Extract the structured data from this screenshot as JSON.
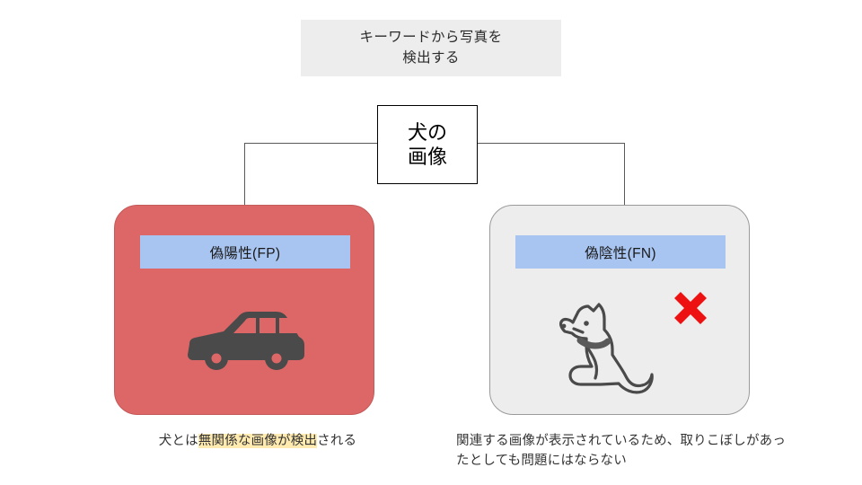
{
  "diagram": {
    "header": {
      "line1": "キーワードから写真を",
      "line2": "検出する"
    },
    "root_node": {
      "line1": "犬の",
      "line2": "画像"
    },
    "cards": [
      {
        "id": "false-positive",
        "label": "偽陽性(FP)",
        "icon": "car-icon",
        "fill_color": "#dd6666",
        "label_color": "#a8c4f0",
        "caption": {
          "prefix": "犬とは",
          "highlight": "無関係な画像が検出",
          "suffix": "される",
          "highlight_color": "#ffeab0"
        }
      },
      {
        "id": "false-negative",
        "label": "偽陰性(FN)",
        "icon": "dog-icon",
        "badge_icon": "red-x-icon",
        "badge_color": "#ee1111",
        "fill_color": "#ededed",
        "label_color": "#a8c4f0",
        "caption": {
          "line1": "関連する画像が表示されているため、取りこぼしがあっ",
          "line2": "たとしても問題にはならない"
        }
      }
    ]
  }
}
